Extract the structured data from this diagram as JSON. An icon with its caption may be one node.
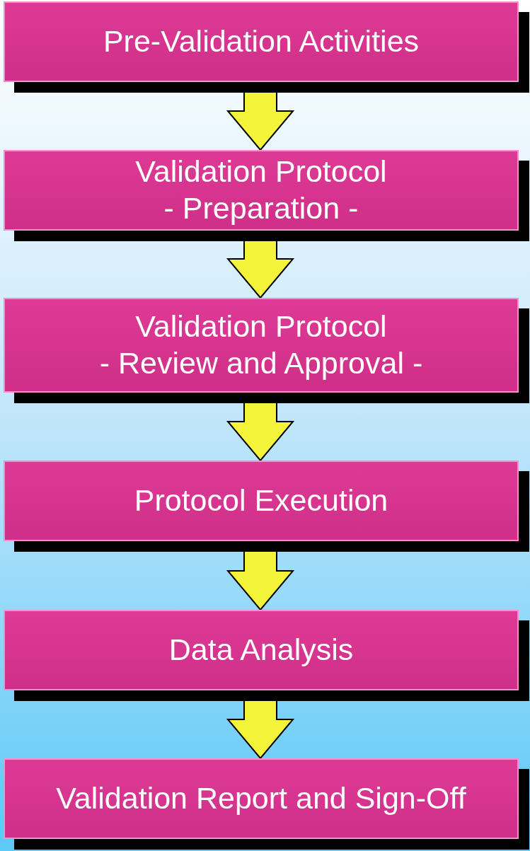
{
  "diagram": {
    "nodes": [
      {
        "text": [
          "Pre-Validation Activities"
        ]
      },
      {
        "text": [
          "Validation Protocol",
          "- Preparation -"
        ]
      },
      {
        "text": [
          "Validation Protocol",
          "- Review and Approval -"
        ]
      },
      {
        "text": [
          "Protocol Execution"
        ]
      },
      {
        "text": [
          "Data Analysis"
        ]
      },
      {
        "text": [
          "Validation Report and Sign-Off"
        ]
      }
    ],
    "edges": [
      {
        "from": 0,
        "to": 1,
        "arrow": "to"
      },
      {
        "from": 1,
        "to": 2,
        "arrow": "to"
      },
      {
        "from": 2,
        "to": 3,
        "arrow": "to"
      },
      {
        "from": 3,
        "to": 4,
        "arrow": "to"
      },
      {
        "from": 4,
        "to": 5,
        "arrow": "to"
      }
    ]
  }
}
